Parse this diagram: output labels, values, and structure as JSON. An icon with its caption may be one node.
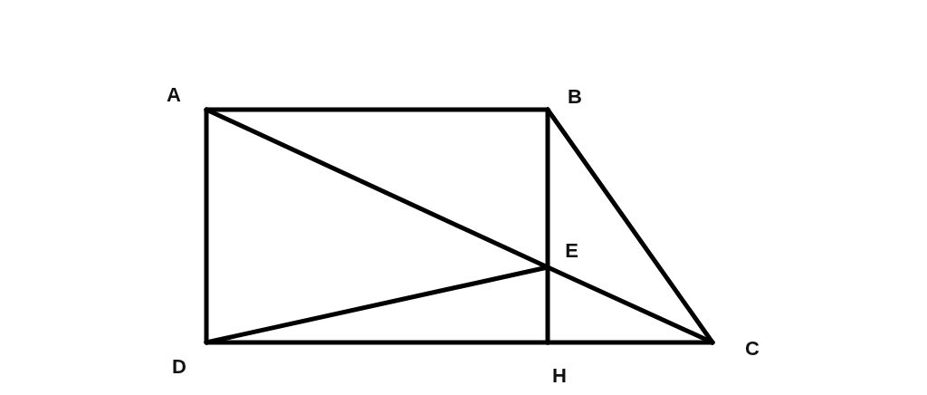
{
  "diagram": {
    "nodes": [
      {
        "text": [
          "A"
        ]
      },
      {
        "text": [
          "B"
        ]
      },
      {
        "text": [
          "E"
        ]
      },
      {
        "text": [
          "D"
        ]
      },
      {
        "text": [
          "H"
        ]
      },
      {
        "text": [
          "C"
        ]
      }
    ],
    "edges": [
      {
        "from": 0,
        "to": 1,
        "arrow": "none"
      },
      {
        "from": 0,
        "to": 3,
        "arrow": "none"
      },
      {
        "from": 3,
        "to": 4,
        "arrow": "none"
      },
      {
        "from": 4,
        "to": 5,
        "arrow": "none"
      },
      {
        "from": 1,
        "to": 2,
        "arrow": "none"
      },
      {
        "from": 2,
        "to": 4,
        "arrow": "none"
      },
      {
        "from": 1,
        "to": 5,
        "arrow": "none"
      },
      {
        "from": 0,
        "to": 2,
        "arrow": "none"
      },
      {
        "from": 2,
        "to": 5,
        "arrow": "none"
      },
      {
        "from": 3,
        "to": 2,
        "arrow": "none"
      }
    ]
  }
}
